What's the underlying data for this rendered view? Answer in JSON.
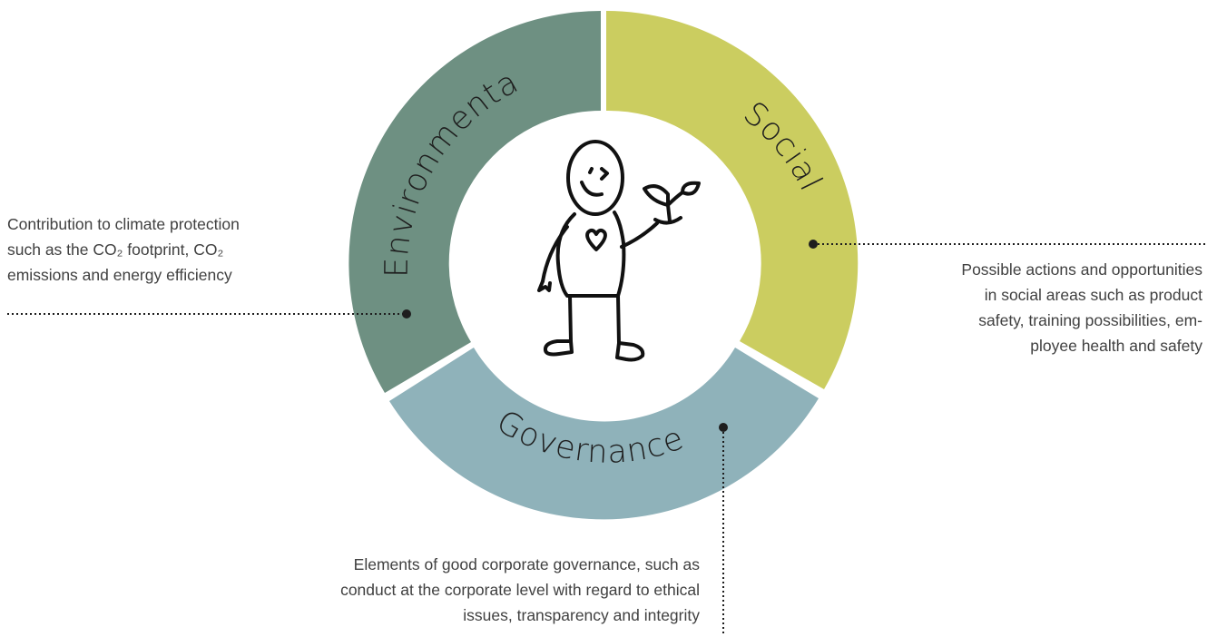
{
  "segments": {
    "environmental": {
      "label": "Environmental",
      "color": "#6e9082"
    },
    "social": {
      "label": "Social",
      "color": "#cbcd60"
    },
    "governance": {
      "label": "Governance",
      "color": "#8fb2ba"
    }
  },
  "descriptions": {
    "environmental": {
      "line1": "Contribution to climate protection",
      "line2": "such as the CO₂ footprint, CO₂",
      "line3": "emissions and energy efficiency"
    },
    "social": {
      "line1": "Possible actions and opportunities",
      "line2": "in social areas such as product",
      "line3": "safety, training possibilities, em-",
      "line4": "ployee health and safety"
    },
    "governance": {
      "line1": "Elements of good corporate governance, such as",
      "line2": "conduct at the corporate level with regard to ethical",
      "line3": "issues, transparency and integrity"
    }
  },
  "center_icon": "person-holding-plant-icon"
}
